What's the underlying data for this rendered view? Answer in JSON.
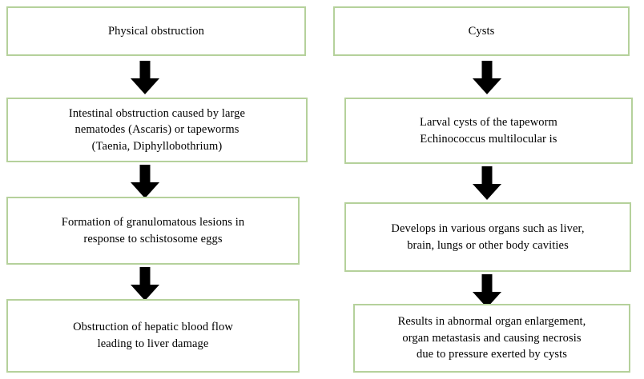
{
  "diagram": {
    "title": "Parasite pathogenesis flowchart",
    "border_color": "#b5d19b",
    "arrow_color": "#000000",
    "background_color": "#ffffff",
    "text_color": "#000000"
  },
  "columns": [
    {
      "id": "left",
      "heading": "Physical obstruction",
      "nodes": [
        {
          "id": "left-1",
          "text": "Physical obstruction"
        },
        {
          "id": "left-2",
          "text": "Intestinal obstruction caused by large\nnematodes (Ascaris) or tapeworms\n(Taenia, Diphyllobothrium)"
        },
        {
          "id": "left-3",
          "text": "Formation of granulomatous lesions in\nresponse to schistosome eggs"
        },
        {
          "id": "left-4",
          "text": "Obstruction of hepatic blood flow\nleading to liver damage"
        }
      ],
      "connectors": [
        {
          "id": "left-arrow-1",
          "label": "down-arrow"
        },
        {
          "id": "left-arrow-2",
          "label": "down-arrow"
        },
        {
          "id": "left-arrow-3",
          "label": "down-arrow"
        }
      ]
    },
    {
      "id": "right",
      "heading": "Cysts",
      "nodes": [
        {
          "id": "right-1",
          "text": "Cysts"
        },
        {
          "id": "right-2",
          "text": "Larval cysts of the tapeworm\nEchinococcus multilocular is"
        },
        {
          "id": "right-3",
          "text": "Develops in various organs such as liver,\nbrain, lungs or other body cavities"
        },
        {
          "id": "right-4",
          "text": "Results in abnormal organ enlargement,\norgan metastasis and causing necrosis\ndue to pressure exerted by cysts"
        }
      ],
      "connectors": [
        {
          "id": "right-arrow-1",
          "label": "down-arrow"
        },
        {
          "id": "right-arrow-2",
          "label": "down-arrow"
        },
        {
          "id": "right-arrow-3",
          "label": "down-arrow"
        }
      ]
    }
  ]
}
